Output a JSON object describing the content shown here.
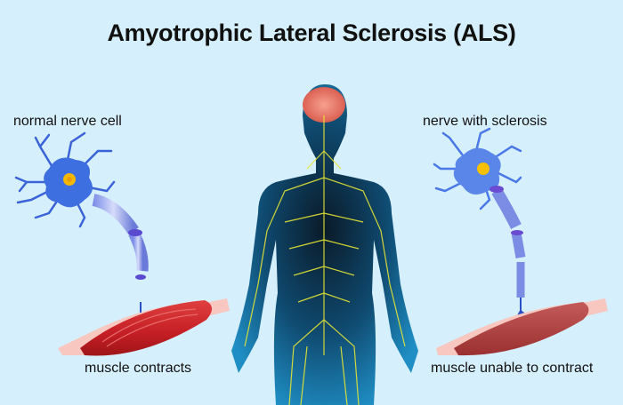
{
  "title": "Amyotrophic Lateral Sclerosis (ALS)",
  "left_panel": {
    "label": "normal nerve cell",
    "muscle_label": "muscle contracts"
  },
  "right_panel": {
    "label": "nerve with sclerosis",
    "muscle_label": "muscle unable to contract"
  },
  "colors": {
    "background": "#d6effc",
    "neuron": "#3a6fe0",
    "nucleus": "#f5b800",
    "muscle": "#c8242a",
    "body": "#1a7fb0",
    "nerves": "#e6e633",
    "brain": "#e8746a"
  }
}
